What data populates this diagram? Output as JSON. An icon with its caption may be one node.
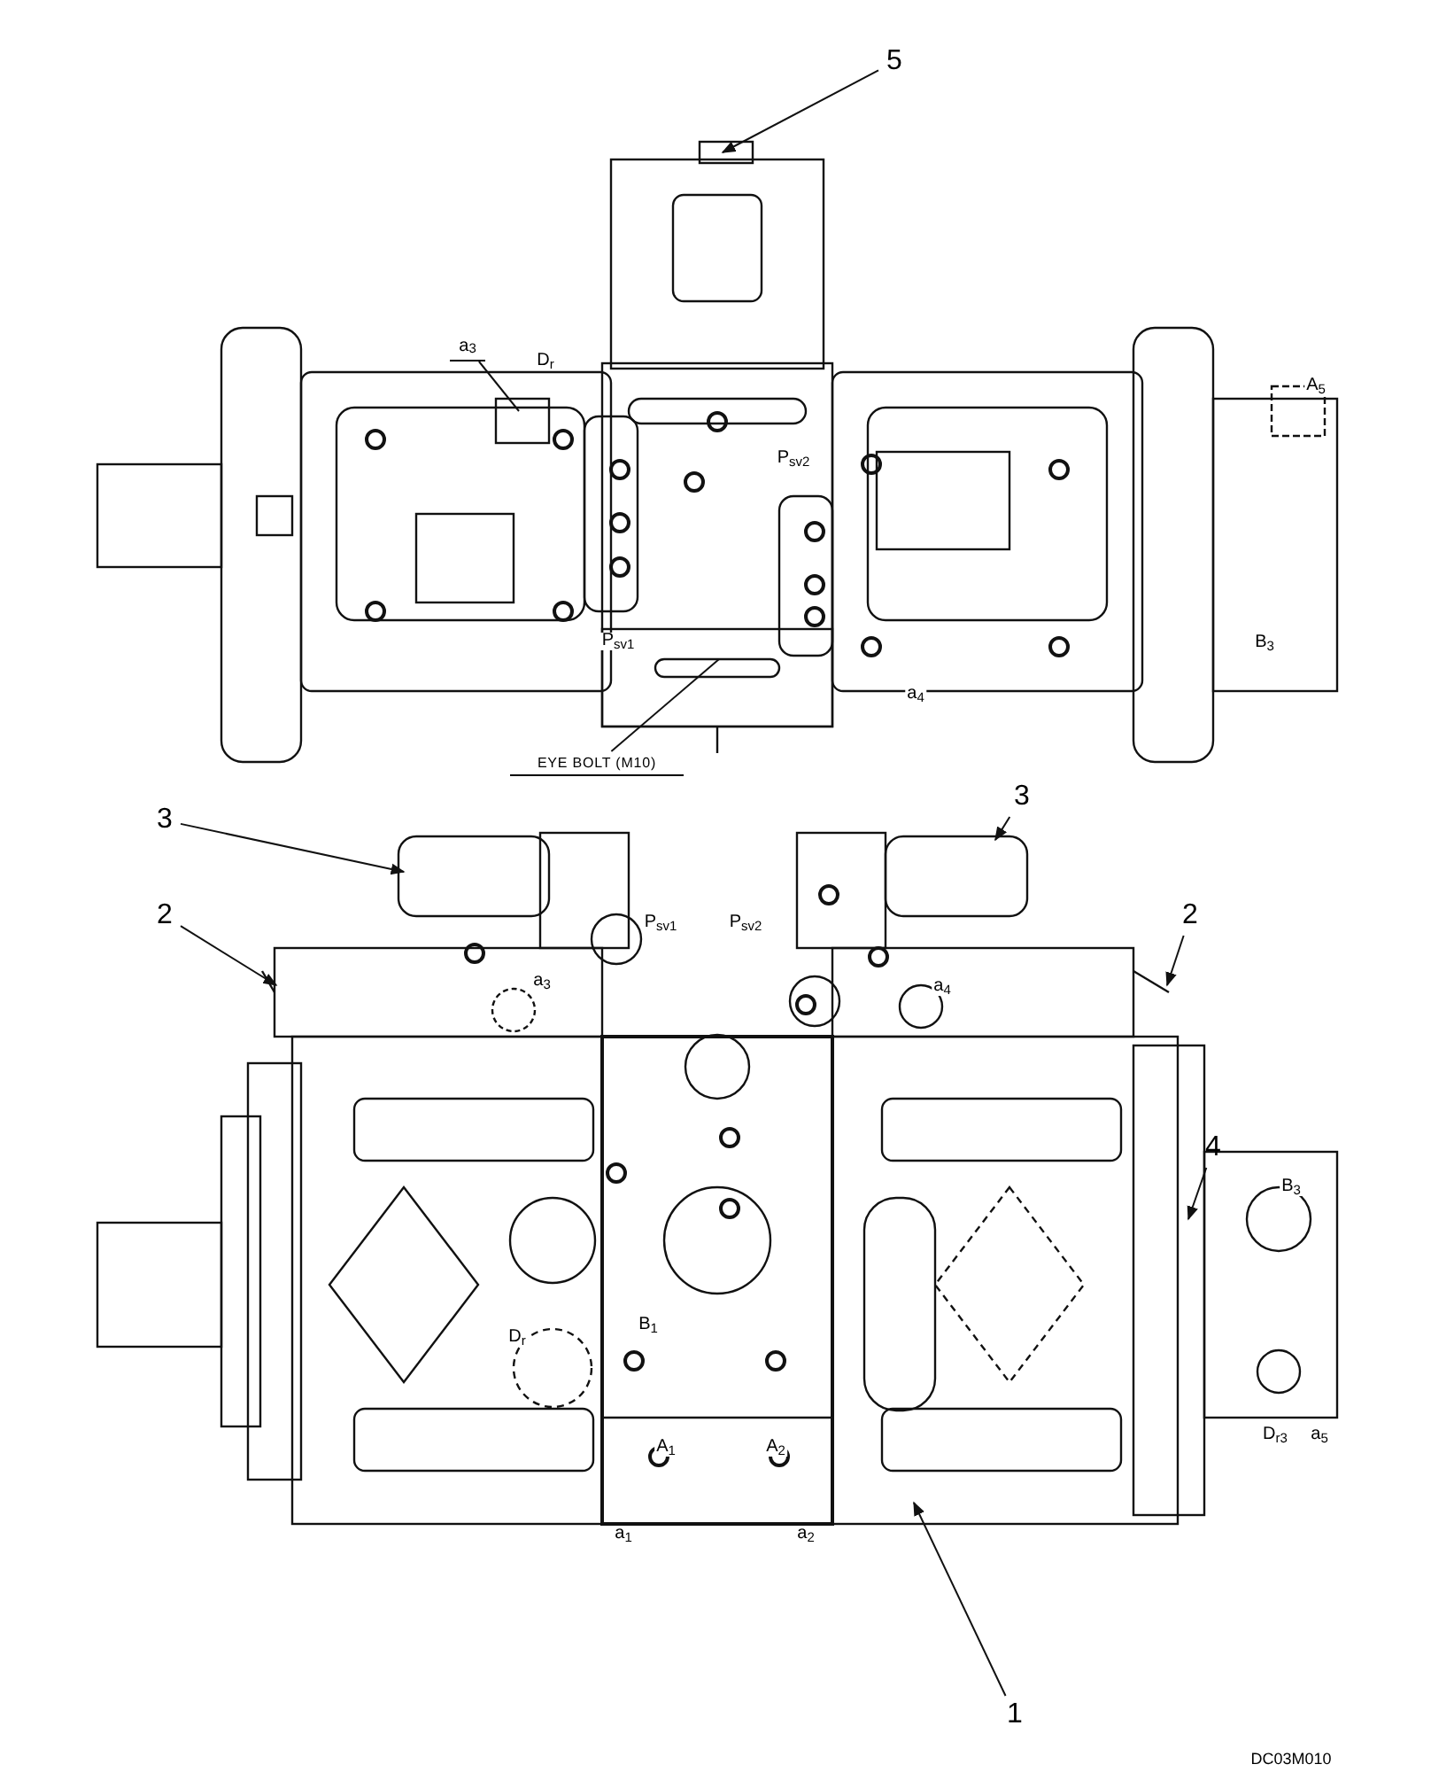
{
  "diagram": {
    "nodes": [
      {
        "text": [
          "5"
        ]
      },
      {
        "text": [
          "a$_{3}$"
        ]
      },
      {
        "text": [
          "EYE BOLT (M10)"
        ]
      },
      {
        "text": [
          "3"
        ]
      },
      {
        "text": [
          "2"
        ]
      },
      {
        "text": [
          "3"
        ]
      },
      {
        "text": [
          "2"
        ]
      },
      {
        "text": [
          "4"
        ]
      },
      {
        "text": [
          "1"
        ]
      }
    ],
    "edges": [
      {
        "from": 0,
        "to": null,
        "arrow": "to"
      },
      {
        "from": 1,
        "to": null,
        "arrow": "none"
      },
      {
        "from": 2,
        "to": null,
        "arrow": "none"
      },
      {
        "from": 3,
        "to": null,
        "arrow": "to"
      },
      {
        "from": 4,
        "to": null,
        "arrow": "to"
      },
      {
        "from": 5,
        "to": null,
        "arrow": "to"
      },
      {
        "from": 6,
        "to": null,
        "arrow": "to"
      },
      {
        "from": 7,
        "to": null,
        "arrow": "to"
      },
      {
        "from": 8,
        "to": null,
        "arrow": "to"
      }
    ],
    "labels": [
      "D$_{r}$",
      "P$_{sv2}$",
      "A$_{5}$",
      "P$_{sv1}$",
      "a$_{4}$",
      "B$_{3}$",
      "P$_{sv1}$",
      "P$_{sv2}$",
      "a$_{3}$",
      "a$_{4}$",
      "B$_{3}$",
      "D$_{r}$",
      "B$_{1}$",
      "A$_{1}$",
      "A$_{2}$",
      "D$_{r3}$",
      "a$_{5}$",
      "a$_{1}$",
      "a$_{2}$",
      "DC03M010"
    ]
  }
}
